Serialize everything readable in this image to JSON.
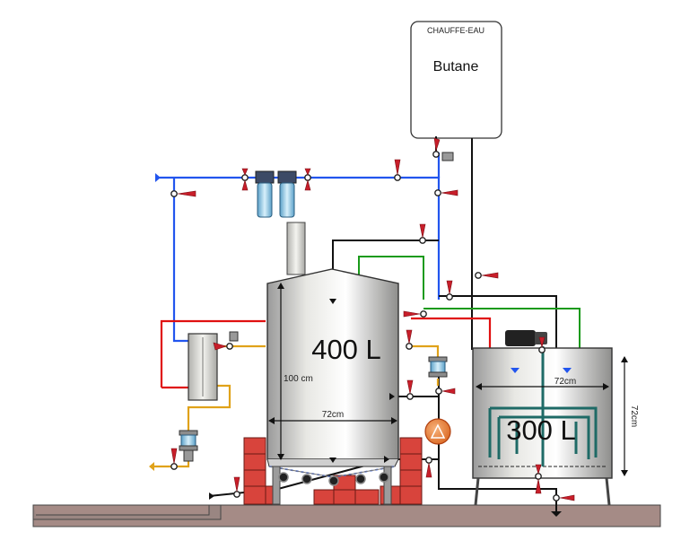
{
  "heater": {
    "title": "CHAUFFE-EAU",
    "fuel": "Butane"
  },
  "big_tank": {
    "volume": "400 L",
    "height": "100 cm",
    "diameter": "72cm"
  },
  "small_tank": {
    "volume": "300 L",
    "width": "72cm",
    "height": "72cm"
  },
  "colors": {
    "cold_water": "#2255ee",
    "hot_water": "#e01010",
    "return_green": "#1a9a1a",
    "yellow_line": "#e0a21a",
    "valve_red": "#c81e2a",
    "ground": "#a58b86",
    "brick": "#d8443c",
    "stirrer": "#1e6a66"
  },
  "icons": [
    "valve-icon",
    "filter-cartridge-icon",
    "pump-icon",
    "motor-icon",
    "flow-arrow-icon",
    "gas-burner-icon"
  ]
}
